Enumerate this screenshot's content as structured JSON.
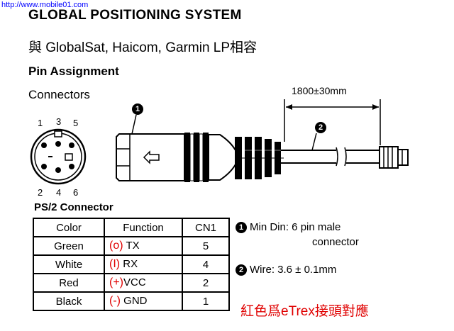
{
  "url": "http://www.mobile01.com",
  "title": "GLOBAL POSITIONING SYSTEM",
  "subtitle": "與 GlobalSat, Haicom, Garmin LP相容",
  "pin_heading": "Pin Assignment",
  "connectors_label": "Connectors",
  "cable_length": "1800±30mm",
  "callout_1": "1",
  "callout_2": "2",
  "pins_top": [
    "1",
    "3",
    "5"
  ],
  "pins_bottom": [
    "2",
    "4",
    "6"
  ],
  "ps2_label": "PS/2 Connector",
  "table": {
    "headers": [
      "Color",
      "Function",
      "CN1"
    ],
    "rows": [
      {
        "color": "Green",
        "mark": "(o)",
        "function": "TX",
        "cn1": "5"
      },
      {
        "color": "White",
        "mark": "(I)",
        "function": "RX",
        "cn1": "4"
      },
      {
        "color": "Red",
        "mark": "(+)",
        "function": "VCC",
        "cn1": "2"
      },
      {
        "color": "Black",
        "mark": "(-)",
        "function": "GND",
        "cn1": "1"
      }
    ]
  },
  "legend": {
    "item1_num": "1",
    "item1_line1": "Min Din: 6 pin male",
    "item1_line2": "connector",
    "item2_num": "2",
    "item2_text": "Wire: 3.6 ± 0.1mm"
  },
  "note": "紅色爲eTrex接頭對應",
  "colors": {
    "accent": "#e00000",
    "link": "#0000ff"
  }
}
